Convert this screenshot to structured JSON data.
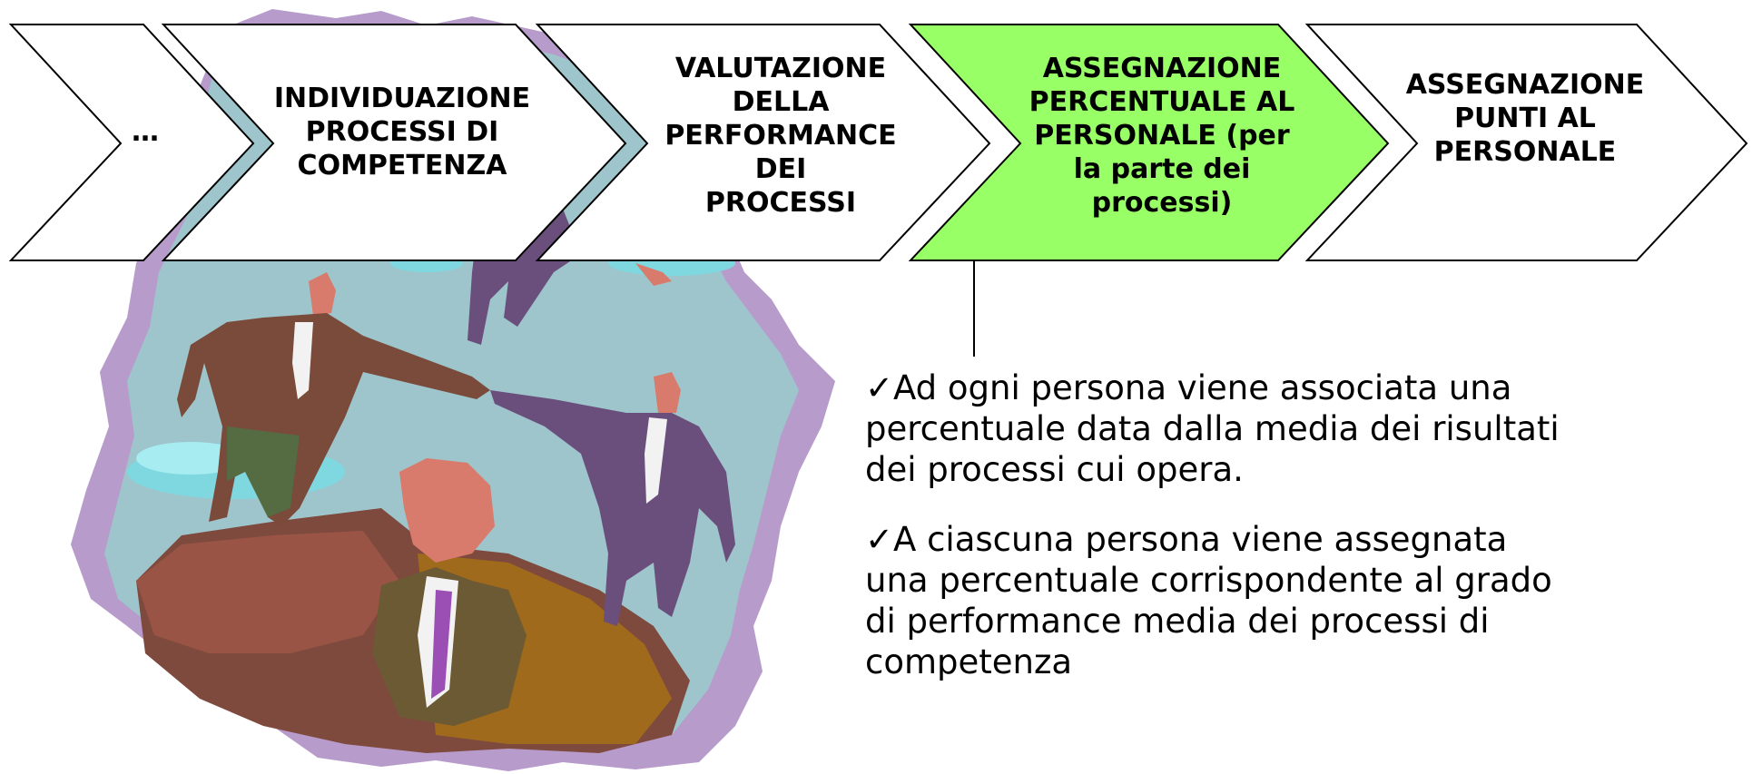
{
  "process_steps": [
    {
      "label": "…",
      "highlighted": false
    },
    {
      "label": "INDIVIDUAZIONE\nPROCESSI DI\nCOMPETENZA",
      "highlighted": false
    },
    {
      "label": "VALUTAZIONE\nDELLA\nPERFORMANCE\nDEI\nPROCESSI",
      "highlighted": false
    },
    {
      "label": "ASSEGNAZIONE\nPERCENTUALE AL\nPERSONALE (per\nla parte dei\nprocessi)",
      "highlighted": true
    },
    {
      "label": "ASSEGNAZIONE\nPUNTI AL\nPERSONALE",
      "highlighted": false
    }
  ],
  "highlight_color": "#99FF66",
  "bullets": [
    {
      "check_icon": "✓",
      "text": "Ad ogni persona viene associata una percentuale data dalla media dei risultati dei processi cui opera."
    },
    {
      "check_icon": "✓",
      "text": "A ciascuna persona viene assegnata una percentuale corrispondente al grado di performance media dei processi di competenza"
    }
  ],
  "illustration": {
    "icon": "business-people-clipart"
  }
}
